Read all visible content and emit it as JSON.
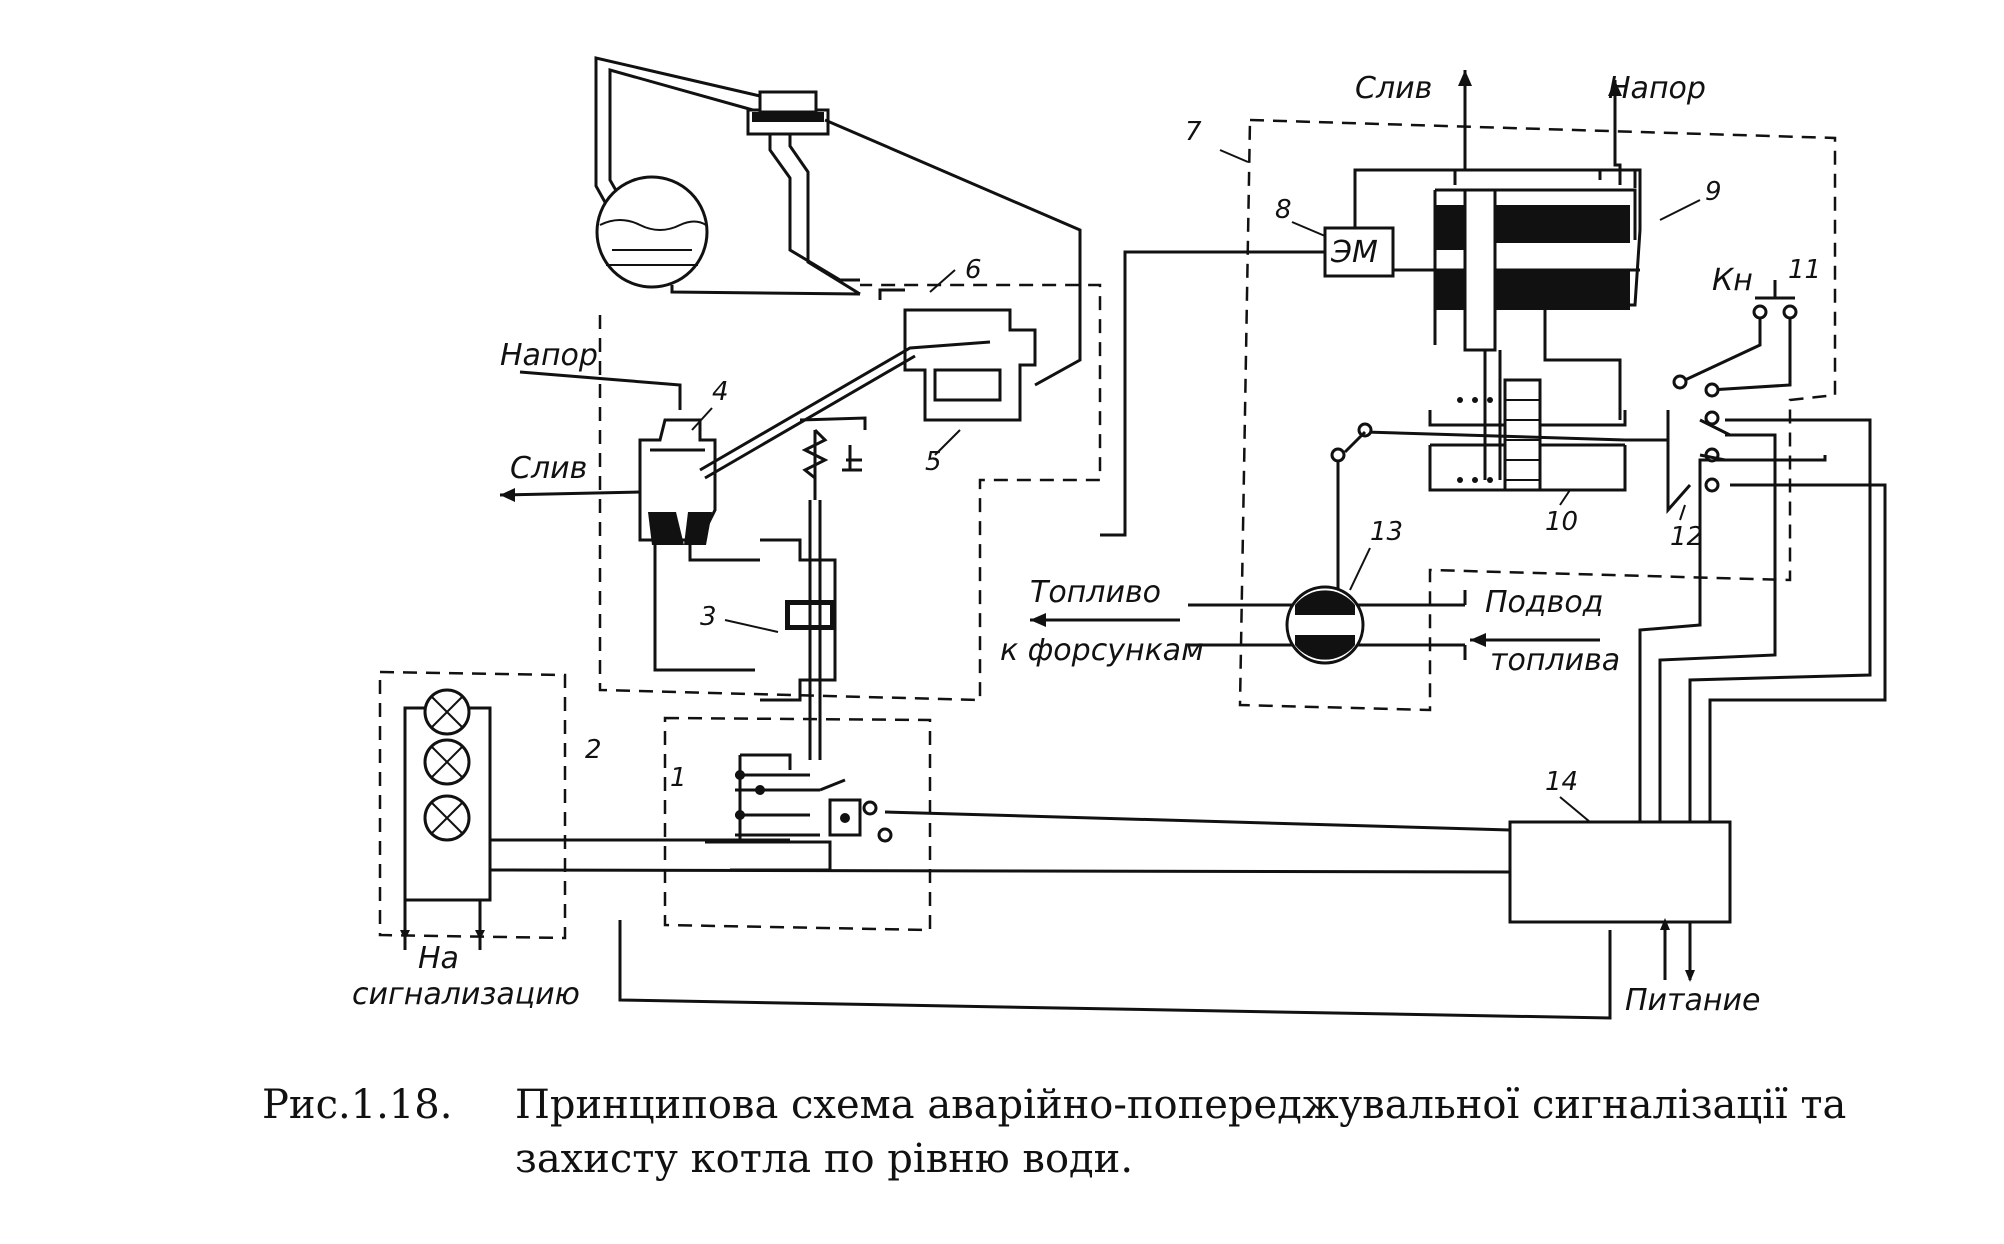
{
  "labels": {
    "napor_left": "Напор",
    "sliv_left": "Слив",
    "sliv_top": "Слив",
    "napor_top": "Напор",
    "toplivo": "Топливо",
    "k_forsunkam": "к форсункам",
    "podvod": "Подвод",
    "topliva": "топлива",
    "na": "На",
    "signalizaciyu": "сигнализацию",
    "pitanie": "Питание",
    "em": "ЭМ",
    "kn": "Кн"
  },
  "numbers": {
    "n1": "1",
    "n2": "2",
    "n3": "3",
    "n4": "4",
    "n5": "5",
    "n6": "6",
    "n7": "7",
    "n8": "8",
    "n9": "9",
    "n10": "10",
    "n11": "11",
    "n12": "12",
    "n13": "13",
    "n14": "14"
  },
  "caption": {
    "number": "Рис.1.18.",
    "line1": "Принципова схема аварійно-попереджувальної сигналізації та",
    "line2": "захисту котла по рівню води."
  }
}
